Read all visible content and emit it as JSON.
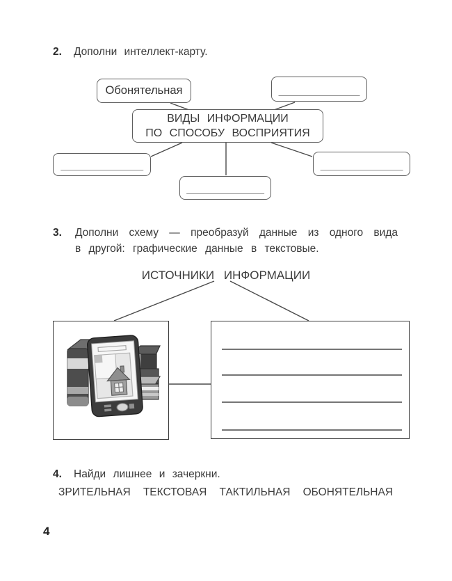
{
  "page": {
    "number": "4"
  },
  "task2": {
    "number": "2.",
    "instruction": "Дополни интеллект-карту.",
    "mindmap": {
      "center_line1": "ВИДЫ  ИНФОРМАЦИИ",
      "center_line2": "ПО  СПОСОБУ  ВОСПРИЯТИЯ",
      "filled_label": "Обонятельная",
      "empty_node_count": 4
    }
  },
  "task3": {
    "number": "3.",
    "instruction_line1": "Дополни схему — преобразуй данные из одного вида",
    "instruction_line2": "в другой: графические данные в текстовые.",
    "heading": "ИСТОЧНИКИ  ИНФОРМАЦИИ",
    "image_description": "e-reader in front of stacked books",
    "answer_line_count": 4
  },
  "task4": {
    "number": "4.",
    "instruction": "Найди лишнее и зачеркни.",
    "words": [
      "ЗРИТЕЛЬНАЯ",
      "ТЕКСТОВАЯ",
      "ТАКТИЛЬНАЯ",
      "ОБОНЯТЕЛЬНАЯ"
    ]
  }
}
